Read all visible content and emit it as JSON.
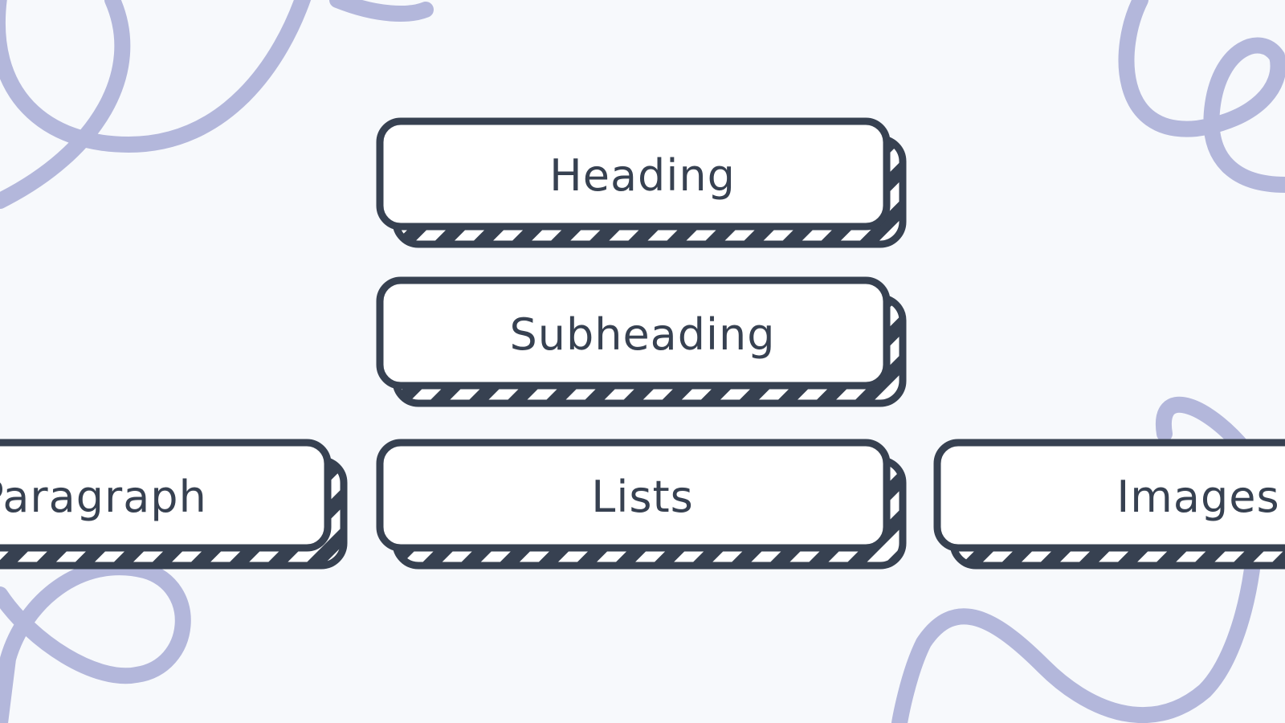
{
  "colors": {
    "background": "#f7f9fc",
    "outline": "#374151",
    "squiggle": "#b3b7db",
    "box_fill": "#ffffff"
  },
  "blocks": [
    {
      "label": "Heading"
    },
    {
      "label": "Subheading"
    },
    {
      "label": "Paragraph"
    },
    {
      "label": "Lists"
    },
    {
      "label": "Images"
    }
  ]
}
